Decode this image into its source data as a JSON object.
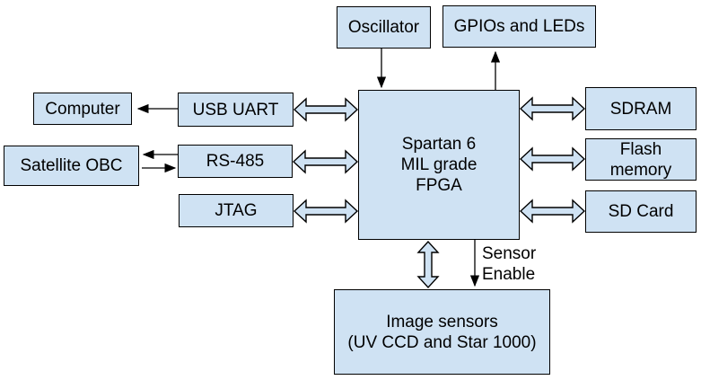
{
  "diagram": {
    "colors": {
      "background": "#ffffff",
      "box_fill": "#cfe2f3",
      "box_border": "#000000",
      "text_color": "#000000"
    },
    "nodes": {
      "oscillator": {
        "label": "Oscillator"
      },
      "gpios_leds": {
        "label": "GPIOs and LEDs"
      },
      "computer": {
        "label": "Computer"
      },
      "usb_uart": {
        "label": "USB UART"
      },
      "satellite_obc": {
        "label": "Satellite OBC"
      },
      "rs485": {
        "label": "RS-485"
      },
      "jtag": {
        "label": "JTAG"
      },
      "fpga": {
        "label": "Spartan 6\nMIL grade\nFPGA"
      },
      "sdram": {
        "label": "SDRAM"
      },
      "flash_memory": {
        "label": "Flash\nmemory"
      },
      "sd_card": {
        "label": "SD Card"
      },
      "image_sensors": {
        "label": "Image sensors\n(UV CCD and Star 1000)"
      }
    },
    "edge_labels": {
      "sensor_enable": "Sensor\nEnable"
    }
  }
}
